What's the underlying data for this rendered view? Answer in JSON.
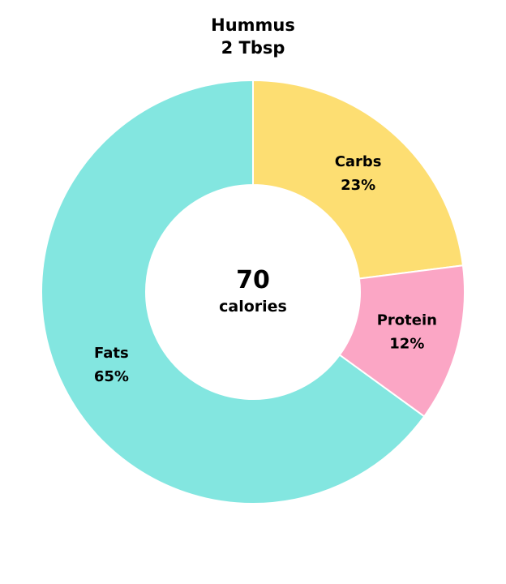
{
  "chart_data": {
    "type": "pie",
    "donut": true,
    "title": "Hummus",
    "subtitle": "2 Tbsp",
    "center": {
      "value": "70",
      "unit": "calories"
    },
    "slices": [
      {
        "label": "Carbs",
        "value": 23,
        "percent_label": "23%",
        "color": "#fdde72"
      },
      {
        "label": "Protein",
        "value": 12,
        "percent_label": "12%",
        "color": "#fba6c5"
      },
      {
        "label": "Fats",
        "value": 65,
        "percent_label": "65%",
        "color": "#83e6e0"
      }
    ],
    "legend": "none",
    "slice_order": "clockwise from top"
  }
}
